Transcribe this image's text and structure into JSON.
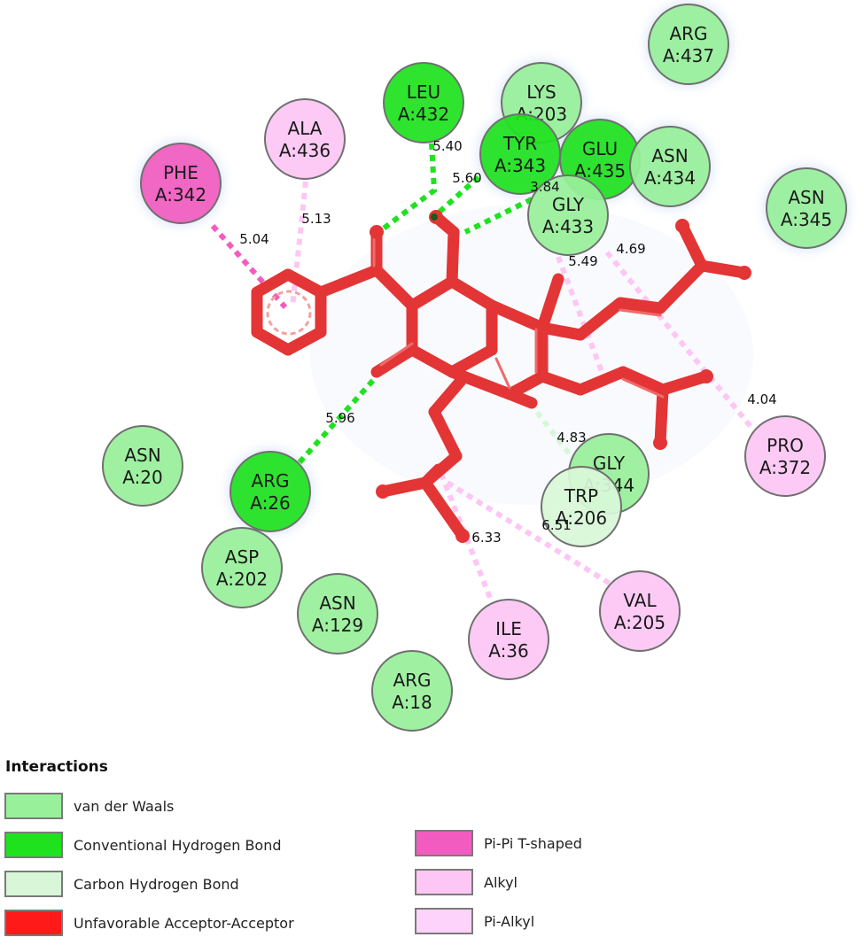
{
  "colors": {
    "van_der_waals": "#98f09a",
    "conventional_hbond": "#1fe21f",
    "carbon_hbond": "#d8f7d8",
    "unfavorable": "#ff1a1a",
    "pi_pi_tshaped": "#f25cc0",
    "alkyl": "#fdc6f4",
    "pi_alkyl": "#fdd2fb",
    "ligand": "#e33535"
  },
  "residues": [
    {
      "id": "ARG437",
      "name": "ARG",
      "num": "A:437",
      "type": "van_der_waals"
    },
    {
      "id": "LYS203",
      "name": "LYS",
      "num": "A:203",
      "type": "van_der_waals"
    },
    {
      "id": "LEU432",
      "name": "LEU",
      "num": "A:432",
      "type": "conventional_hbond"
    },
    {
      "id": "ALA436",
      "name": "ALA",
      "num": "A:436",
      "type": "alkyl"
    },
    {
      "id": "PHE342",
      "name": "PHE",
      "num": "A:342",
      "type": "pi_pi_tshaped"
    },
    {
      "id": "TYR343",
      "name": "TYR",
      "num": "A:343",
      "type": "conventional_hbond"
    },
    {
      "id": "GLU435",
      "name": "GLU",
      "num": "A:435",
      "type": "conventional_hbond"
    },
    {
      "id": "ASN434",
      "name": "ASN",
      "num": "A:434",
      "type": "van_der_waals"
    },
    {
      "id": "GLY433",
      "name": "GLY",
      "num": "A:433",
      "type": "van_der_waals"
    },
    {
      "id": "ASN345",
      "name": "ASN",
      "num": "A:345",
      "type": "van_der_waals"
    },
    {
      "id": "PRO372",
      "name": "PRO",
      "num": "A:372",
      "type": "alkyl"
    },
    {
      "id": "ASN20",
      "name": "ASN",
      "num": "A:20",
      "type": "van_der_waals"
    },
    {
      "id": "ARG26",
      "name": "ARG",
      "num": "A:26",
      "type": "conventional_hbond"
    },
    {
      "id": "ASP202",
      "name": "ASP",
      "num": "A:202",
      "type": "van_der_waals"
    },
    {
      "id": "ASN129",
      "name": "ASN",
      "num": "A:129",
      "type": "van_der_waals"
    },
    {
      "id": "ARG18",
      "name": "ARG",
      "num": "A:18",
      "type": "van_der_waals"
    },
    {
      "id": "ILE36",
      "name": "ILE",
      "num": "A:36",
      "type": "alkyl"
    },
    {
      "id": "VAL205",
      "name": "VAL",
      "num": "A:205",
      "type": "alkyl"
    },
    {
      "id": "GLY344",
      "name": "GLY",
      "num": "A:344",
      "type": "van_der_waals"
    },
    {
      "id": "TRP206",
      "name": "TRP",
      "num": "A:206",
      "type": "carbon_hbond"
    }
  ],
  "distances": [
    {
      "id": "d-phe342",
      "text": "5.04"
    },
    {
      "id": "d-ala436",
      "text": "5.13"
    },
    {
      "id": "d-leu432",
      "text": "5.40"
    },
    {
      "id": "d-tyr343",
      "text": "5.60"
    },
    {
      "id": "d-gly433",
      "text": "3.84"
    },
    {
      "id": "d-549",
      "text": "5.49"
    },
    {
      "id": "d-469",
      "text": "4.69"
    },
    {
      "id": "d-pro372",
      "text": "4.04"
    },
    {
      "id": "d-arg26",
      "text": "5.96"
    },
    {
      "id": "d-trp206",
      "text": "4.83"
    },
    {
      "id": "d-ile36",
      "text": "6.33"
    },
    {
      "id": "d-val205",
      "text": "6.51"
    }
  ],
  "legend": {
    "title": "Interactions",
    "items": [
      {
        "label": "van der Waals",
        "type": "van_der_waals"
      },
      {
        "label": "Conventional Hydrogen Bond",
        "type": "conventional_hbond"
      },
      {
        "label": "Carbon Hydrogen Bond",
        "type": "carbon_hbond"
      },
      {
        "label": "Unfavorable Acceptor-Acceptor",
        "type": "unfavorable"
      },
      {
        "label": "Pi-Pi T-shaped",
        "type": "pi_pi_tshaped"
      },
      {
        "label": "Alkyl",
        "type": "alkyl"
      },
      {
        "label": "Pi-Alkyl",
        "type": "pi_alkyl"
      }
    ]
  }
}
